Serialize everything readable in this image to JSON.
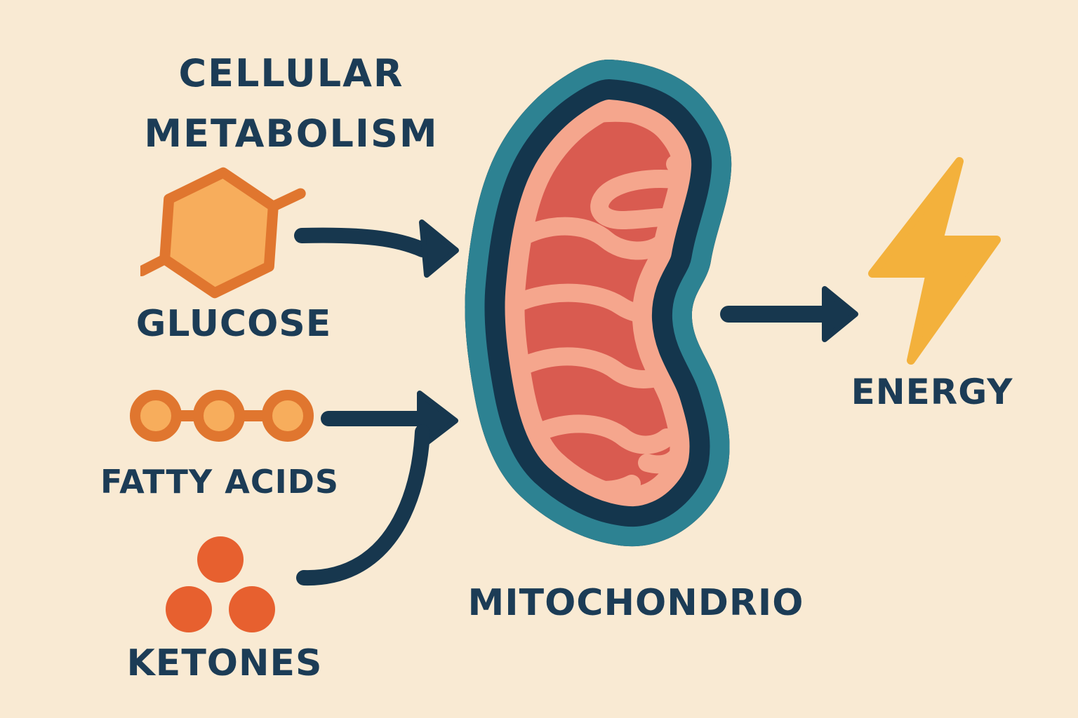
{
  "diagram": {
    "title": {
      "line1": "CELLULAR",
      "line2": "METABOLISM"
    },
    "inputs": [
      {
        "id": "glucose",
        "label": "GLUCOSE",
        "icon": "glucose-hexagon-icon"
      },
      {
        "id": "fatty-acids",
        "label": "FATTY ACIDS",
        "icon": "fatty-acid-chain-icon"
      },
      {
        "id": "ketones",
        "label": "KETONES",
        "icon": "ketone-bodies-icon"
      }
    ],
    "organelle": {
      "label": "MITOCHONDRIO",
      "icon": "mitochondrion-icon"
    },
    "output": {
      "label": "ENERGY",
      "icon": "lightning-bolt-icon"
    },
    "colors": {
      "background": "#f9ead3",
      "text_navy": "#1c3c56",
      "arrow_navy": "#17374e",
      "membrane_navy": "#14364d",
      "teal": "#2d8292",
      "salmon": "#f5a68d",
      "matrix_red": "#d95b50",
      "molecule_orange_outline": "#e0762f",
      "molecule_orange_fill": "#f7ad5c",
      "ketone_orange": "#e7602f",
      "bolt_yellow": "#f3b13c"
    }
  }
}
